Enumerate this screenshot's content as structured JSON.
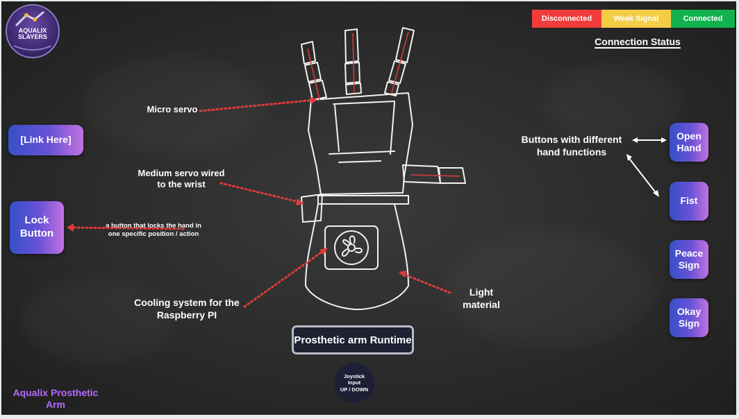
{
  "brand": {
    "logo_text": "AQUALIX SLAYERS",
    "title": "Aqualix Prosthetic Arm"
  },
  "status": {
    "segments": [
      {
        "label": "Disconnected",
        "color": "#f23b3b"
      },
      {
        "label": "Weak Signal",
        "color": "#f5cd45"
      },
      {
        "label": "Connected",
        "color": "#12b24e"
      }
    ],
    "heading": "Connection Status"
  },
  "left_buttons": {
    "link": "[Link Here]",
    "lock": "Lock Button"
  },
  "right_buttons": {
    "open": "Open Hand",
    "fist": "Fist",
    "peace": "Peace Sign",
    "okay": "Okay Sign"
  },
  "annotations": {
    "micro_servo": "Micro servo",
    "medium_servo": "Medium servo wired to the wrist",
    "lock_desc": "a button that locks the hand in one specific position / action",
    "cooling": "Cooling system for the Raspberry PI",
    "light": "Light material",
    "buttons_desc": "Buttons with different hand functions"
  },
  "runtime": {
    "label": "Prosthetic arm Runtime"
  },
  "joystick": {
    "line1": "Joystick",
    "line2": "Input",
    "line3": "UP / DOWN"
  }
}
